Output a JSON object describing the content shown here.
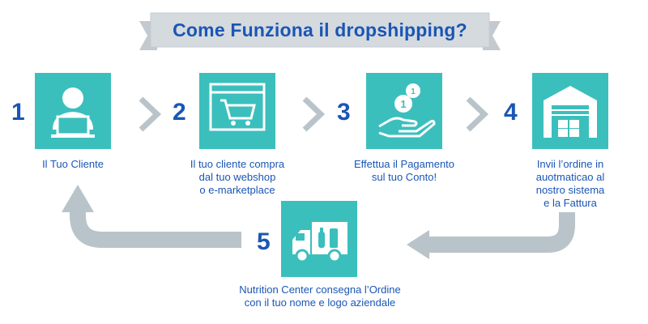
{
  "title": "Come Funziona il dropshipping?",
  "colors": {
    "tile": "#3bbfbd",
    "text": "#1a56b5",
    "arrow": "#b9c4ca",
    "banner": "#d5dade"
  },
  "steps": [
    {
      "number": "1",
      "icon": "customer-laptop-icon",
      "lines": [
        "Il Tuo Cliente"
      ]
    },
    {
      "number": "2",
      "icon": "webshop-cart-icon",
      "lines": [
        "Il tuo cliente compra",
        "dal tuo webshop",
        "o e-marketplace"
      ]
    },
    {
      "number": "3",
      "icon": "coin-hand-payment-icon",
      "lines": [
        "Effettua il Pagamento",
        "sul tuo Conto!"
      ]
    },
    {
      "number": "4",
      "icon": "warehouse-icon",
      "lines": [
        "Invii l’ordine in",
        "auotmaticao al",
        "nostro sistema",
        "e la Fattura"
      ]
    },
    {
      "number": "5",
      "icon": "delivery-truck-icon",
      "lines": [
        "Nutrition Center consegna l’Ordine",
        "con il tuo nome e logo aziendale"
      ]
    }
  ]
}
